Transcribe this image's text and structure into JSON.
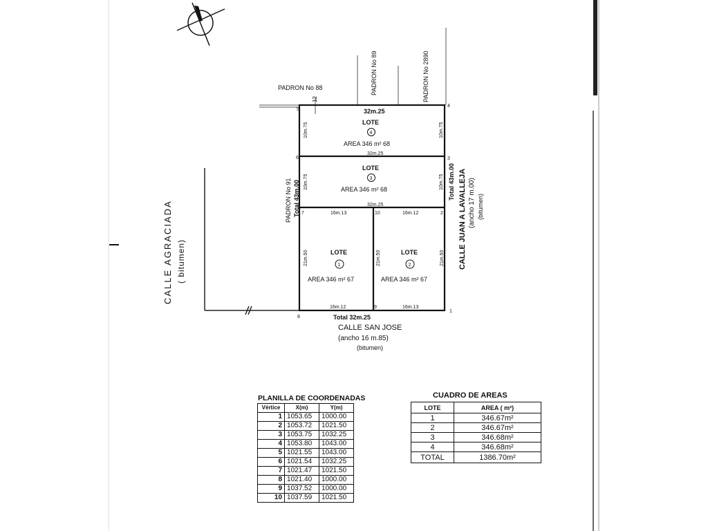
{
  "plan": {
    "padron_88": "PADRON No 88",
    "padron_89": "PADRON No 89",
    "padron_2890": "PADRON No 2890",
    "padron_91": "PADRON No 91",
    "mark_12": "12",
    "total_left": "Total 43m.00",
    "total_right": "Total 43m.00",
    "total_bottom": "Total 32m.25",
    "street_right": {
      "name": "CALLE JUAN A LAVALLEJA",
      "width": "(ancho 17 m.00)",
      "surface": "(bitumen)"
    },
    "street_bottom": {
      "name": "CALLE SAN JOSE",
      "width": "(ancho 16 m.85)",
      "surface": "(bitumen)"
    },
    "street_left": {
      "name": "CALLE AGRACIADA",
      "surface": "( bitumen)"
    },
    "lote_label": "LOTE",
    "lots": [
      {
        "num": "4",
        "area": "AREA 346 m² 68"
      },
      {
        "num": "3",
        "area": "AREA 346 m² 68"
      },
      {
        "num": "1",
        "area": "AREA 346 m² 67"
      },
      {
        "num": "2",
        "area": "AREA 346 m² 67"
      }
    ],
    "dims": {
      "top": "32m.25",
      "mid1": "32m.25",
      "mid2": "32m.25",
      "side_10_75": "10m.75",
      "side_21_50": "21m.50",
      "d16_13": "16m.13",
      "d16_12": "16m.12"
    },
    "vertices": [
      "1",
      "2",
      "3",
      "4",
      "5",
      "6",
      "7",
      "8",
      "9",
      "10"
    ]
  },
  "coords": {
    "title": "PLANILLA DE COORDENADAS",
    "headers": [
      "Vértice",
      "X(m)",
      "Y(m)"
    ],
    "rows": [
      [
        "1",
        "1053.65",
        "1000.00"
      ],
      [
        "2",
        "1053.72",
        "1021.50"
      ],
      [
        "3",
        "1053.75",
        "1032.25"
      ],
      [
        "4",
        "1053.80",
        "1043.00"
      ],
      [
        "5",
        "1021.55",
        "1043.00"
      ],
      [
        "6",
        "1021.54",
        "1032.25"
      ],
      [
        "7",
        "1021.47",
        "1021.50"
      ],
      [
        "8",
        "1021.40",
        "1000.00"
      ],
      [
        "9",
        "1037.52",
        "1000.00"
      ],
      [
        "10",
        "1037.59",
        "1021.50"
      ]
    ]
  },
  "areas": {
    "title": "CUADRO DE AREAS",
    "headers": [
      "LOTE",
      "AREA ( m²)"
    ],
    "rows": [
      [
        "1",
        "346.67m²"
      ],
      [
        "2",
        "346.67m²"
      ],
      [
        "3",
        "346.68m²"
      ],
      [
        "4",
        "346.68m²"
      ]
    ],
    "total_label": "TOTAL",
    "total_value": "1386.70m²"
  }
}
